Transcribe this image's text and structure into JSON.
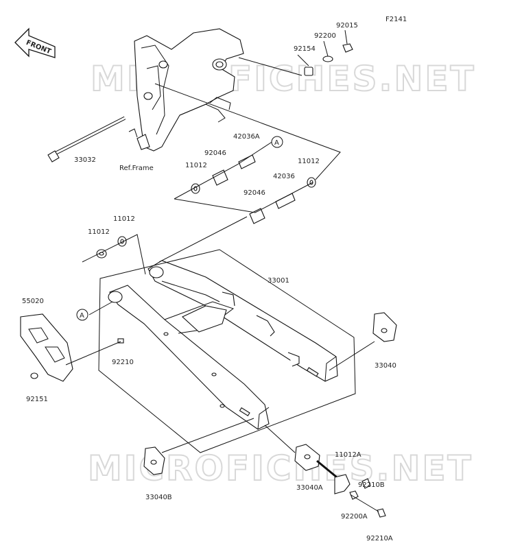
{
  "figure_code": "F2141",
  "front_badge": "FRONT",
  "watermark": "MICROFICHES.NET",
  "reference_label": "Ref.Frame",
  "callout_letter": "A",
  "parts": [
    "92015",
    "92200",
    "92154",
    "33032",
    "42036A",
    "92046",
    "11012",
    "11012",
    "42036",
    "92046",
    "11012",
    "11012",
    "33001",
    "55020",
    "92210",
    "92151",
    "33040",
    "33040B",
    "33040A",
    "11012A",
    "92210B",
    "92200A",
    "92210A"
  ]
}
